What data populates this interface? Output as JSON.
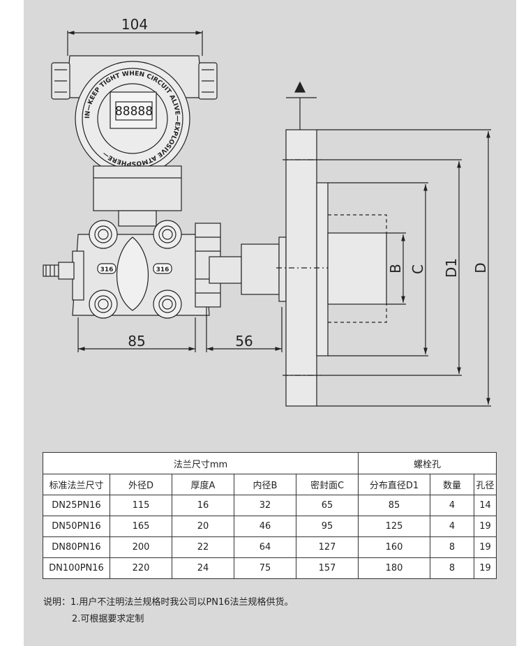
{
  "drawing": {
    "dim_width_top": "104",
    "dim_width_body": "85",
    "dim_offset": "56",
    "dim_B": "B",
    "dim_C": "C",
    "dim_D1": "D1",
    "dim_D": "D",
    "lcd_text": "88888",
    "marking_left": "316",
    "marking_right": "316",
    "label_ring": "IN—KEEP TIGHT WHEN CIRCUIT ALIVE—EXPLOSIVE ATMOSPHERE—",
    "colors": {
      "background": "#d9d9d9",
      "line": "#222222",
      "part_fill": "#e8e8e8"
    }
  },
  "table": {
    "group_header_flange": "法兰尺寸mm",
    "group_header_bolt": "螺栓孔",
    "columns": [
      "标准法兰尺寸",
      "外径D",
      "厚度A",
      "内径B",
      "密封面C",
      "分布直径D1",
      "数量",
      "孔径"
    ],
    "rows": [
      [
        "DN25PN16",
        "115",
        "16",
        "32",
        "65",
        "85",
        "4",
        "14"
      ],
      [
        "DN50PN16",
        "165",
        "20",
        "46",
        "95",
        "125",
        "4",
        "19"
      ],
      [
        "DN80PN16",
        "200",
        "22",
        "64",
        "127",
        "160",
        "8",
        "19"
      ],
      [
        "DN100PN16",
        "220",
        "24",
        "75",
        "157",
        "180",
        "8",
        "19"
      ]
    ]
  },
  "notes": {
    "line1": "说明：1.用户不注明法兰规格时我公司以PN16法兰规格供货。",
    "line2": "2.可根据要求定制"
  }
}
